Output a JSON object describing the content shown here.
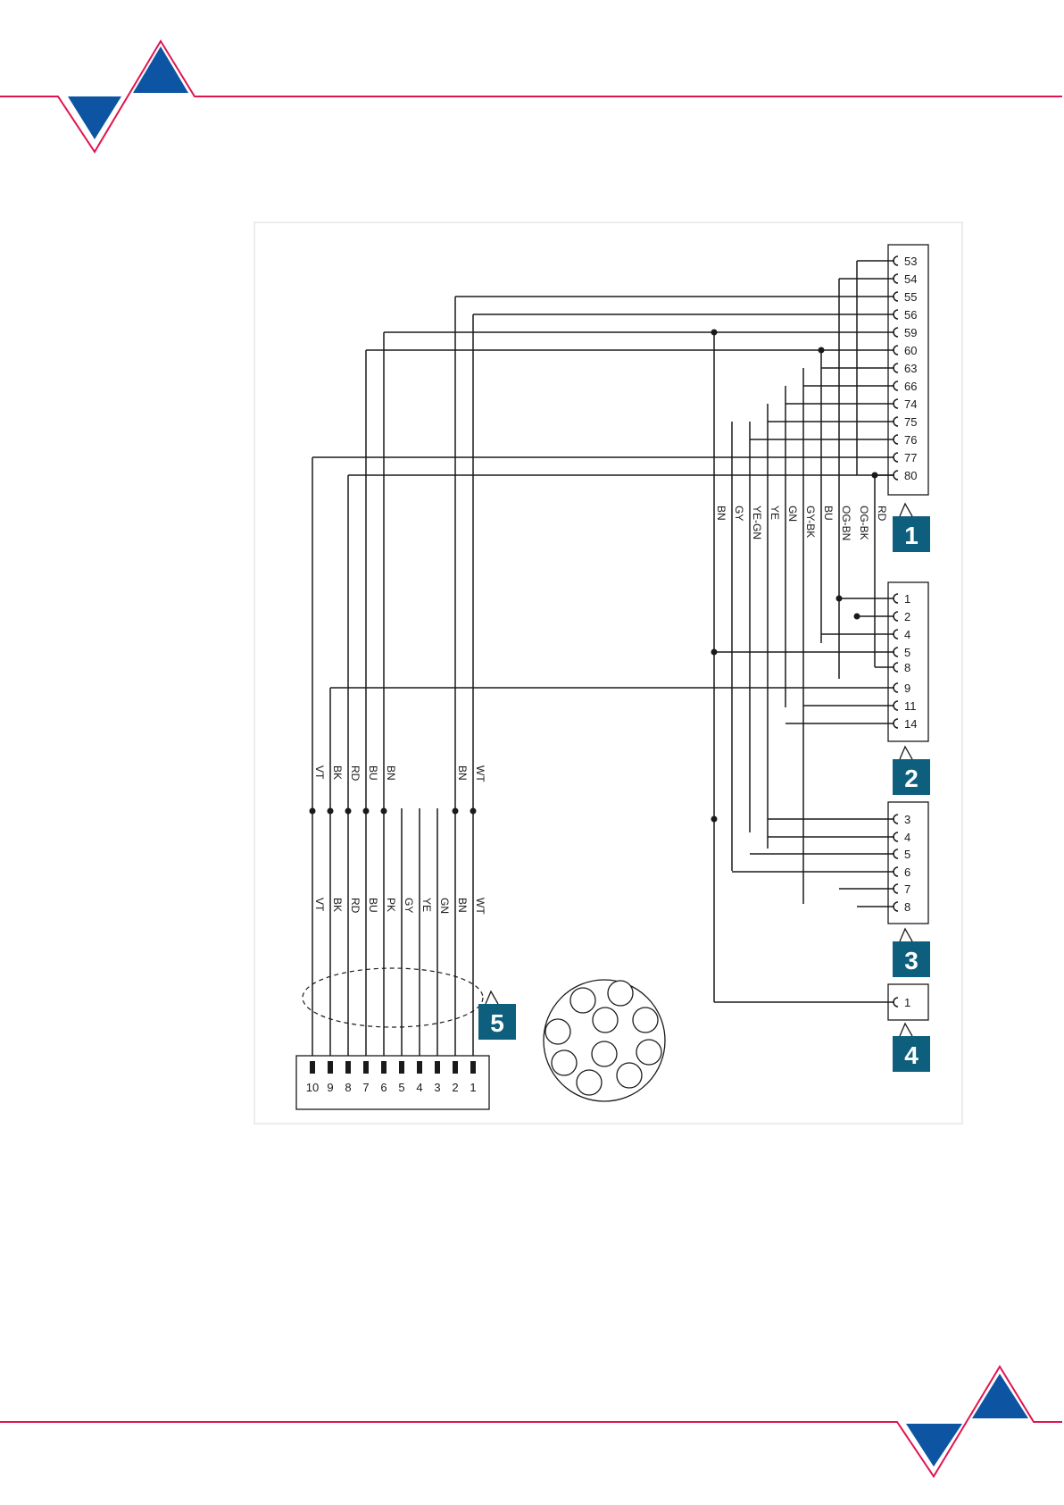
{
  "colors": {
    "brand_blue": "#0d55a3",
    "brand_red": "#e0144f",
    "badge": "#0e5f7e"
  },
  "connectors": {
    "c1": {
      "badge": "1",
      "pins": [
        "53",
        "54",
        "55",
        "56",
        "59",
        "60",
        "63",
        "66",
        "74",
        "75",
        "76",
        "77",
        "80"
      ]
    },
    "c2": {
      "badge": "2",
      "pins": [
        "1",
        "2",
        "4",
        "5",
        "8",
        "9",
        "11",
        "14"
      ]
    },
    "c3": {
      "badge": "3",
      "pins": [
        "3",
        "4",
        "5",
        "6",
        "7",
        "8"
      ]
    },
    "c4": {
      "badge": "4",
      "pins": [
        "1"
      ]
    },
    "c5": {
      "badge": "5",
      "pins": [
        "10",
        "9",
        "8",
        "7",
        "6",
        "5",
        "4",
        "3",
        "2",
        "1"
      ]
    }
  },
  "wire_labels": {
    "c1_bundle": [
      "BN",
      "GY",
      "YE-GN",
      "YE",
      "GN",
      "GY-BK",
      "BU",
      "OG-BN",
      "OG-BK",
      "RD"
    ],
    "left_upper": [
      "VT",
      "BK",
      "RD",
      "BU",
      "BN",
      "BN",
      "WT"
    ],
    "left_lower": [
      "VT",
      "BK",
      "RD",
      "BU",
      "PK",
      "GY",
      "YE",
      "GN",
      "BN",
      "WT"
    ]
  },
  "icons": [
    "logo-triangles-top",
    "logo-triangles-bottom",
    "round-connector-face-icon",
    "shielding-ellipse"
  ]
}
